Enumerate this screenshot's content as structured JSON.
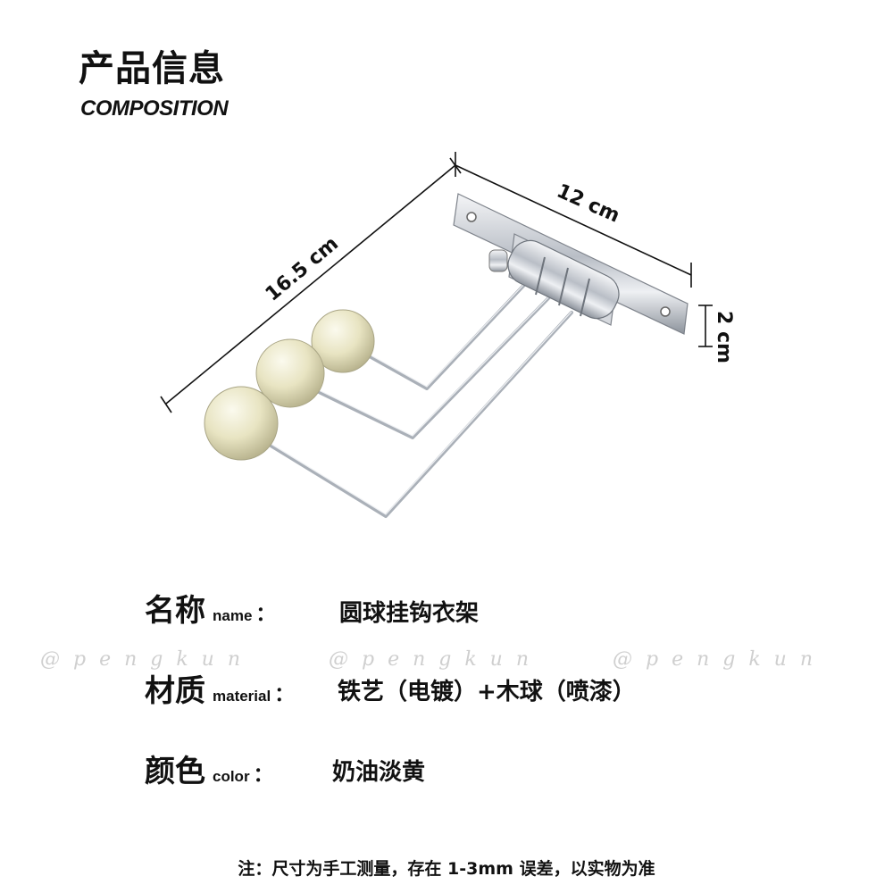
{
  "header": {
    "title_cn": "产品信息",
    "title_en": "COMPOSITION"
  },
  "dimensions": {
    "length": "16.5 cm",
    "width": "12 cm",
    "height": "2 cm"
  },
  "specs": [
    {
      "label_cn": "名称",
      "label_en": "name",
      "value": "圆球挂钩衣架"
    },
    {
      "label_cn": "材质",
      "label_en": "material",
      "value": "铁艺（电镀）+木球（喷漆）"
    },
    {
      "label_cn": "颜色",
      "label_en": "color",
      "value": "奶油淡黄"
    }
  ],
  "colon": "：",
  "watermark": "@pengkun",
  "note": "注：尺寸为手工测量，存在 1-3mm 误差，以实物为准",
  "colors": {
    "ball": "#ece9c8",
    "chrome": "#c8ccd2",
    "text": "#111111"
  }
}
